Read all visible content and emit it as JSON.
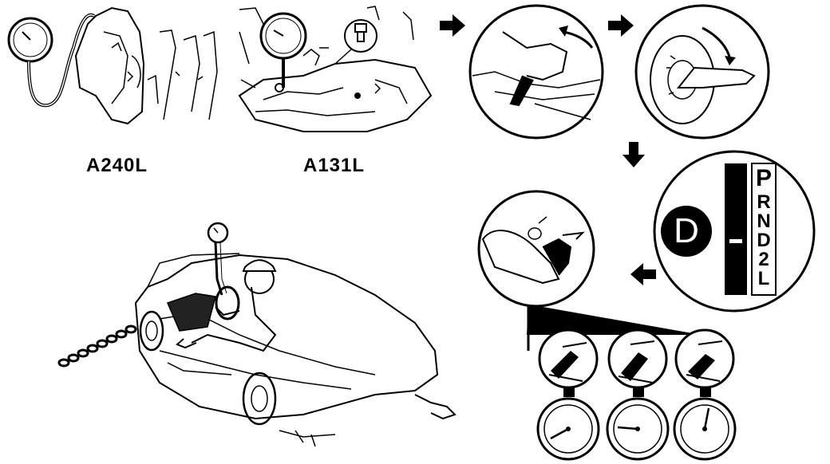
{
  "labels": {
    "model_left": "A240L",
    "model_right": "A131L"
  },
  "shift_indicator": {
    "selected": "D",
    "positions": [
      "P",
      "R",
      "N",
      "D",
      "2",
      "L"
    ]
  },
  "icons": [
    "pressure-gauge-icon",
    "arrow-right-icon",
    "arrow-down-icon",
    "arrow-left-icon"
  ],
  "colors": {
    "ink": "#000000",
    "paper": "#ffffff"
  }
}
